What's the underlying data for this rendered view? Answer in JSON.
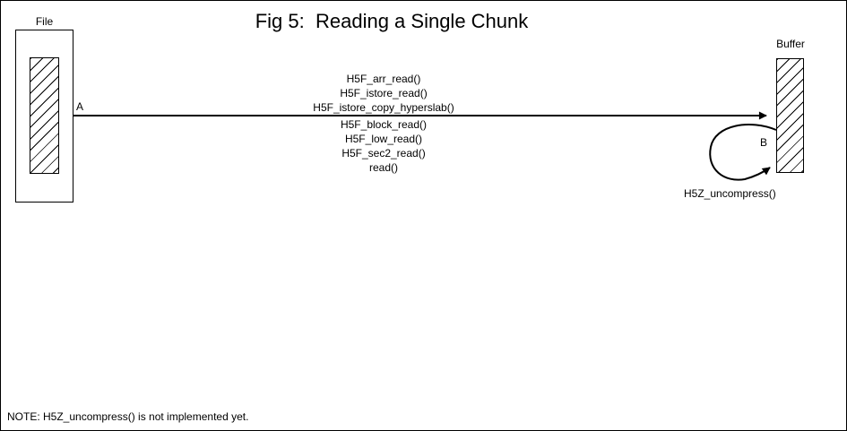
{
  "title": "Fig 5:  Reading a Single Chunk",
  "file": {
    "label": "File"
  },
  "buffer": {
    "label": "Buffer"
  },
  "arrow_a": {
    "label": "A",
    "calls_above": [
      "H5F_arr_read()",
      "H5F_istore_read()",
      "H5F_istore_copy_hyperslab()"
    ],
    "calls_below": [
      "H5F_block_read()",
      "H5F_low_read()",
      "H5F_sec2_read()",
      "read()"
    ]
  },
  "arrow_b": {
    "label": "B",
    "caption": "H5Z_uncompress()"
  },
  "note": "NOTE: H5Z_uncompress() is not implemented yet.",
  "colors": {
    "ink": "#000000",
    "background": "#ffffff"
  }
}
